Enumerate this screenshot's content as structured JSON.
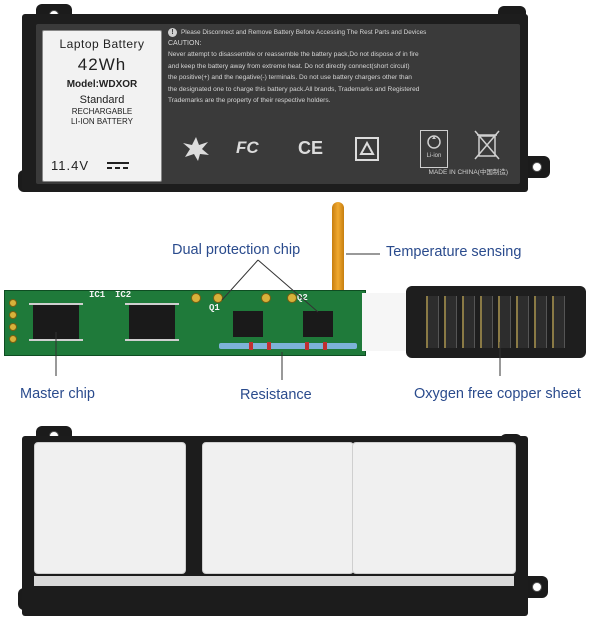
{
  "top_battery": {
    "brand": "Laptop Battery",
    "capacity": "42Wh",
    "model": "Model:WDXOR",
    "standard": "Standard",
    "chemistry_line1": "RECHARGABLE",
    "chemistry_line2": "LI-ION BATTERY",
    "voltage": "11.4V",
    "warning_header": "Please Disconnect and Remove Battery Before Accessing The Rest Parts and Devices",
    "caution_label": "CAUTION:",
    "warning_lines": [
      "Never attempt to disassemble or reassemble the battery pack,Do not dispose of in fire",
      "and keep the battery away from extreme heat. Do not directly connect(short circuit)",
      "the positive(+) and the negative(-) terminals. Do not use battery chargers other than",
      "the designated one to charge this battery pack.All brands, Trademarks and Registered",
      "Trademarks are the property of their respective holders."
    ],
    "icon_fc": "FC",
    "icon_ce": "CE",
    "liion_label": "Li-ion",
    "made_in": "MADE IN CHINA(中国制造)"
  },
  "callouts": {
    "dual_protection_chip": "Dual protection chip",
    "temperature_sensing": "Temperature sensing",
    "master_chip": "Master chip",
    "resistance": "Resistance",
    "oxygen_free_copper_sheet": "Oxygen free copper sheet"
  },
  "pcb": {
    "ic1": "IC1",
    "ic2": "IC2",
    "q1": "Q1",
    "q2": "Q2"
  },
  "colors": {
    "callout_text": "#2a4b8d",
    "pcb_green": "#1f7a3a",
    "battery_black": "#1d1d1d",
    "cell_white": "#f0f0f0",
    "ribbon_orange": "#f0a930"
  }
}
